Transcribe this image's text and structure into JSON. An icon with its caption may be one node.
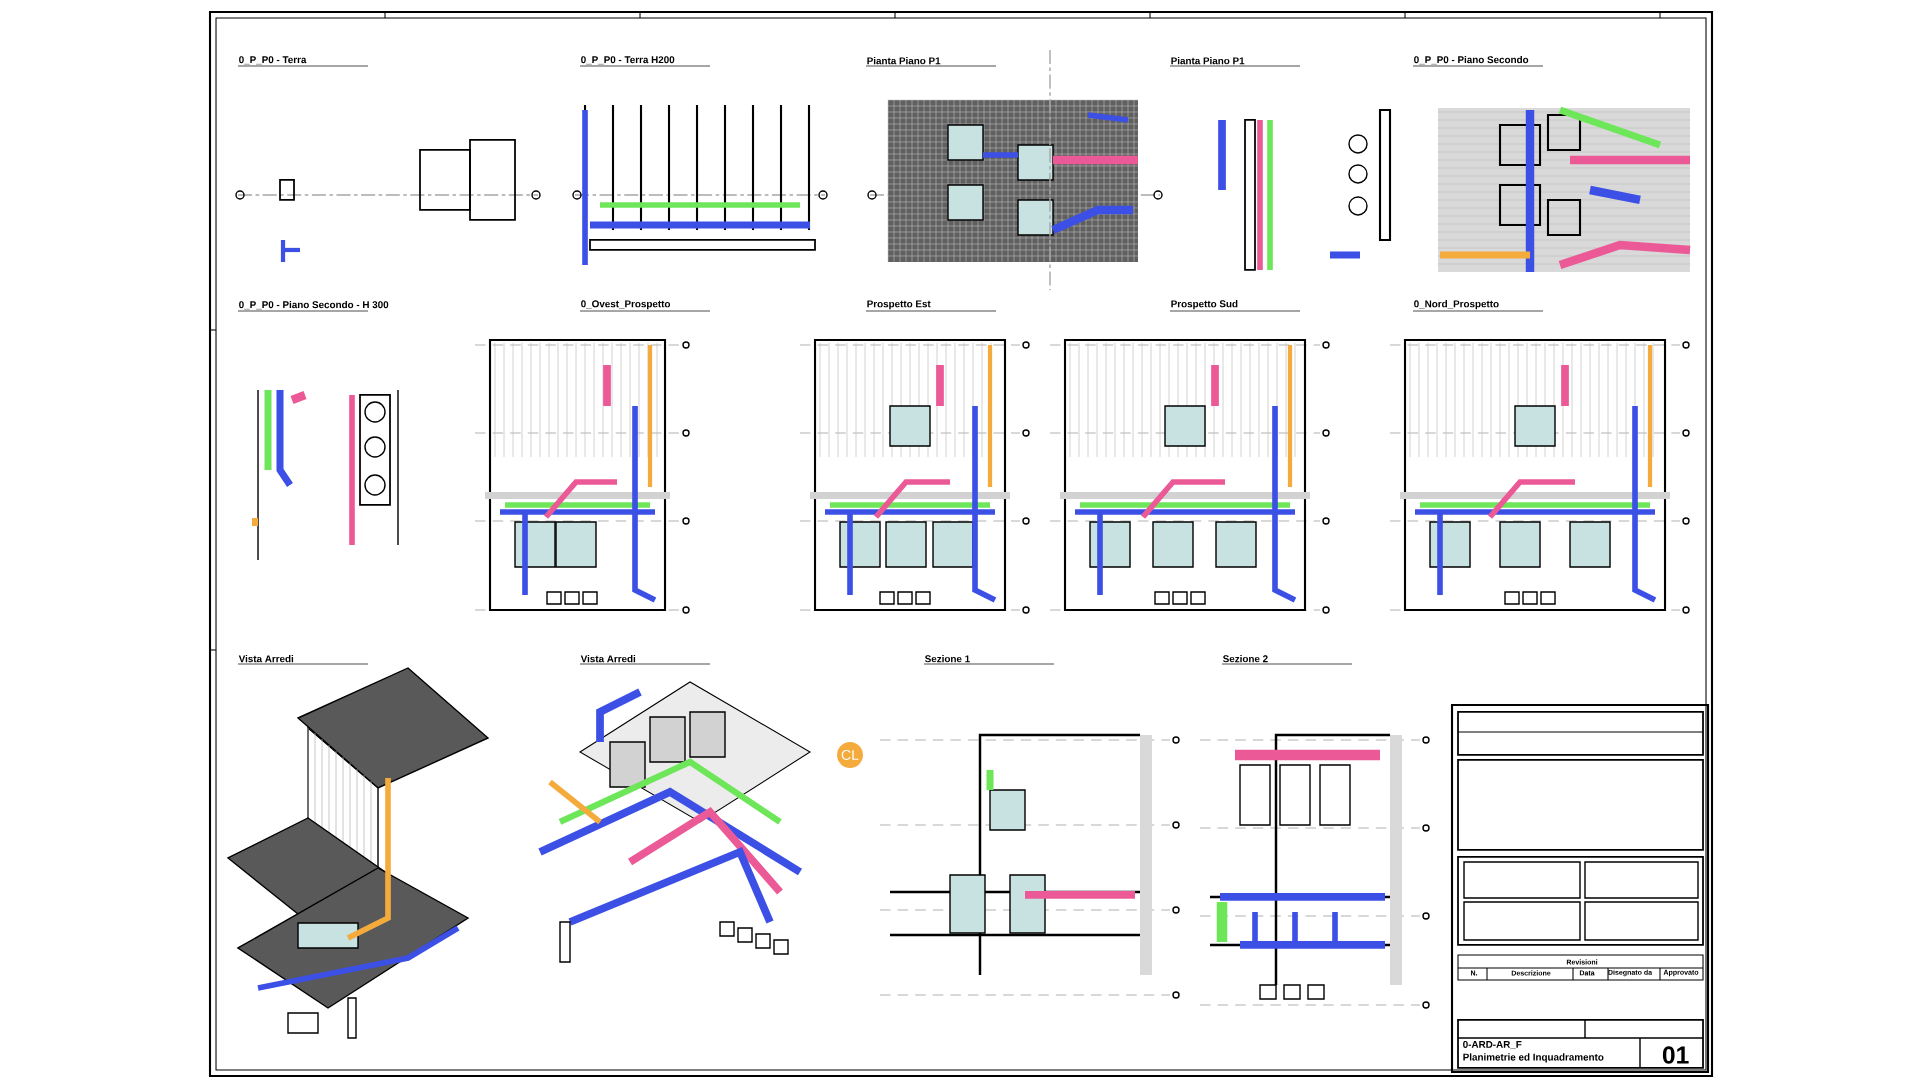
{
  "diagram": {
    "labels": [
      "0_P_P0 - Terra",
      "0_P_P0 - Terra H200",
      "Pianta Piano P1",
      "Pianta Piano P1",
      "0_P_P0 - Piano Secondo",
      "0_P_P0 - Piano Secondo - H 300",
      "0_Ovest_Prospetto",
      "Prospetto Est",
      "Prospetto Sud",
      "0_Nord_Prospetto",
      "Vista Arredi",
      "Vista Arredi",
      "Sezione 1",
      "Sezione 2",
      "CL",
      "Revisioni",
      "N.",
      "Descrizione",
      "Data",
      "Disegnato da",
      "Approvato",
      "0-ARD-AR_F",
      "Planimetrie ed Inquadramento",
      "01"
    ]
  }
}
